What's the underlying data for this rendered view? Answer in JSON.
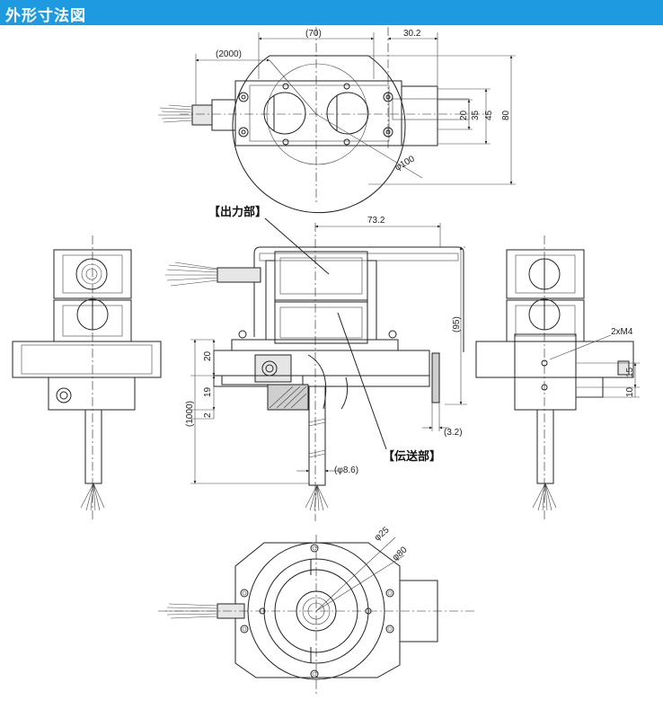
{
  "header": {
    "title": "外形寸法図",
    "color": "#1e9be0"
  },
  "callouts": {
    "output": "【出力部】",
    "transmission": "【伝送部】"
  },
  "dims": {
    "d70": "(70)",
    "d30_2": "30.2",
    "d2000": "(2000)",
    "d20": "20",
    "d35": "35",
    "d45": "45",
    "d80": "80",
    "dia100": "φ100",
    "d73_2": "73.2",
    "d95": "(95)",
    "d20b": "20",
    "d19": "19",
    "d2": "2",
    "d1000": "(1000)",
    "d3_2": "(3.2)",
    "dia8_6": "(φ8.6)",
    "m4": "2xM4",
    "d15": "15",
    "d10": "10",
    "dia25": "φ25",
    "dia80": "φ80"
  }
}
